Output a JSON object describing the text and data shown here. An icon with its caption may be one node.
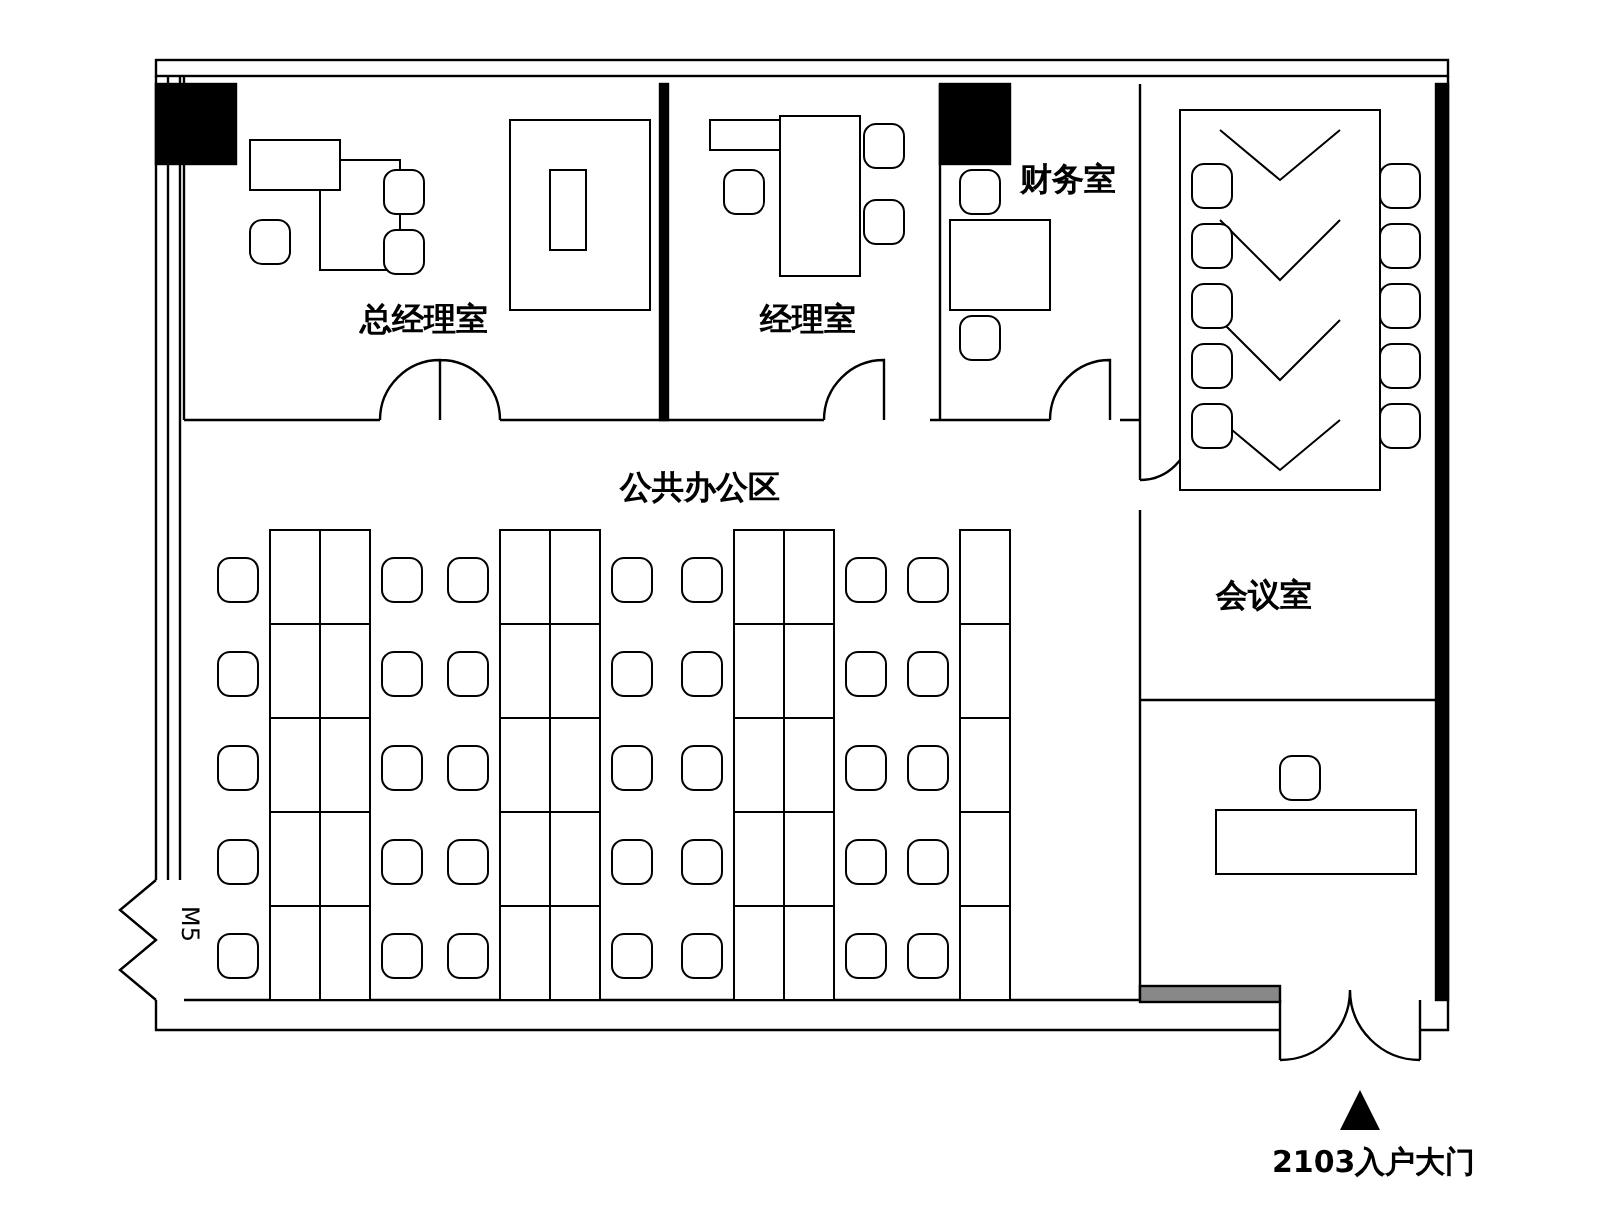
{
  "diagram": {
    "nodes": [
      {
        "text": [
          "总经理室"
        ]
      },
      {
        "text": [
          "经理室"
        ]
      },
      {
        "text": [
          "财务室"
        ]
      },
      {
        "text": [
          "会议室"
        ]
      },
      {
        "text": [
          "公共办公区"
        ]
      }
    ],
    "labels": [
      "M5",
      "2103入户大门"
    ]
  }
}
